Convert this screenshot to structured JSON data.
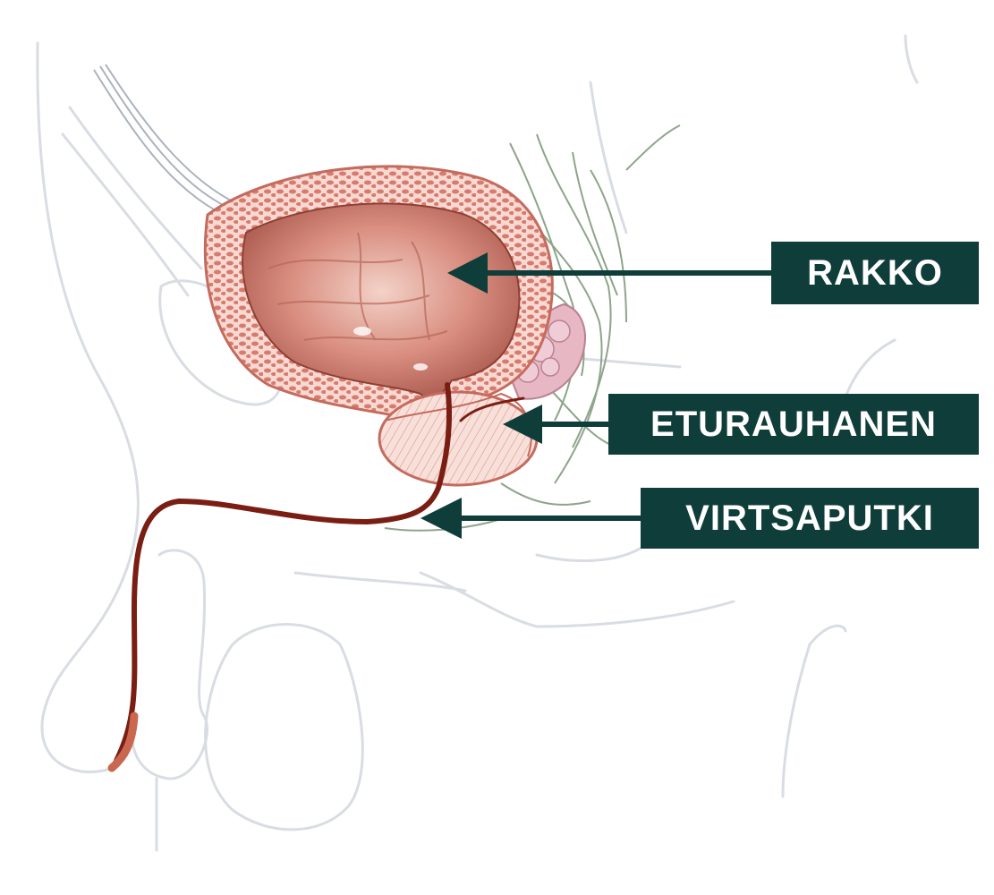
{
  "labels": {
    "bladder": "RAKKO",
    "prostate": "ETURAUHANEN",
    "urethra": "VIRTSAPUTKI"
  },
  "colors": {
    "label_bg": "#0f3d3a",
    "label_text": "#ffffff",
    "outline": "#d9dde3",
    "bladder_wall": "#e7a79c",
    "bladder_inner": "#c9756a",
    "prostate": "#f2c6bd",
    "urethra": "#7a1e14",
    "vessels": "#8ea58a"
  },
  "icons": {
    "arrow": "arrow-left-icon"
  }
}
